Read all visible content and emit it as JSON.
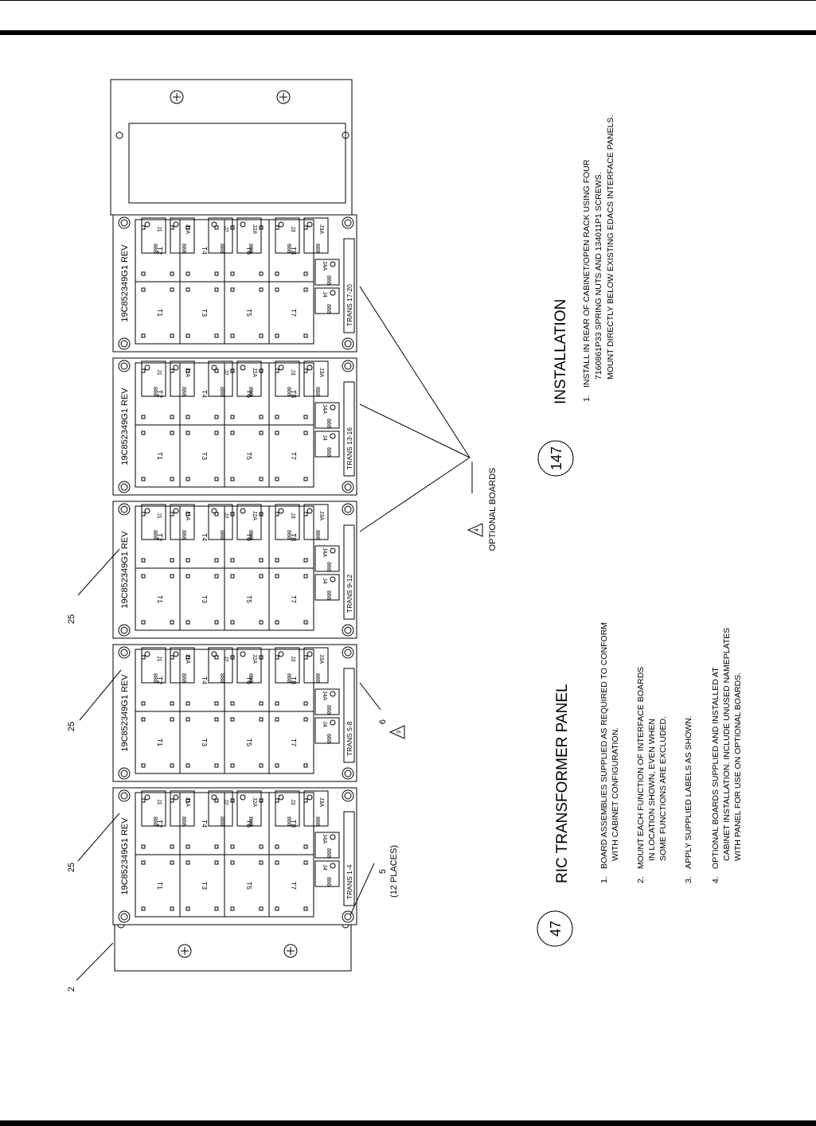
{
  "title_a": "RIC TRANSFORMER PANEL",
  "circle_a": "47",
  "notes_a": [
    {
      "num": "1.",
      "lines": [
        "BOARD ASSEMBLIES SUPPLIED AS REQUIRED TO CONFORM",
        "WITH CABINET CONFIGURATION."
      ]
    },
    {
      "num": "2.",
      "lines": [
        "MOUNT EACH FUNCTION OF INTERFACE BOARDS",
        "IN LOCATION SHOWN, EVEN WHEN",
        "SOME FUNCTIONS ARE EXCLUDED."
      ]
    },
    {
      "num": "3.",
      "lines": [
        "APPLY SUPPLIED LABELS AS SHOWN."
      ]
    },
    {
      "num": "4.",
      "lines": [
        "OPTIONAL BOARDS SUPPLIED AND INSTALLED AT",
        "CABINET INSTALLATION.  INCLUDE UNUSED NAMEPLATES",
        "WITH PANEL FOR USE ON OPTIONAL BOARDS."
      ]
    }
  ],
  "title_b": "INSTALLATION",
  "circle_b": "147",
  "notes_b": [
    {
      "num": "1.",
      "lines": [
        "INSTALL IN REAR OF CABINET/OPEN RACK USING FOUR",
        "7160861P33 SPRING NUTS AND 134011P1 SCREWS.",
        "MOUNT DIRECTLY BELOW EXISTING EDACS INTERFACE PANELS."
      ]
    }
  ],
  "boards": [
    {
      "part": "19C852349G1 REV",
      "label": "TRANS 1-4"
    },
    {
      "part": "19C852349G1 REV",
      "label": "TRANS 5-8"
    },
    {
      "part": "19C852349G1 REV",
      "label": "TRANS 9-12"
    },
    {
      "part": "19C852349G1 REV",
      "label": "TRANS 13-16"
    },
    {
      "part": "19C852349G1 REV",
      "label": "TRANS 17-20"
    }
  ],
  "transformers": [
    "T1",
    "T2",
    "T3",
    "T4",
    "T5",
    "T6",
    "T7",
    "T8"
  ],
  "jacks_top": [
    "J1",
    "J1A",
    "J2",
    "J2A",
    "J3",
    "J3A"
  ],
  "jacks_bottom": [
    "J4",
    "J4A"
  ],
  "callouts": {
    "c2": "2",
    "c25": "25",
    "c5": "5",
    "c5_sub": "(12 PLACES)",
    "c6": "6",
    "tri3": "3",
    "tri4": "4",
    "optional": "OPTIONAL BOARDS"
  }
}
